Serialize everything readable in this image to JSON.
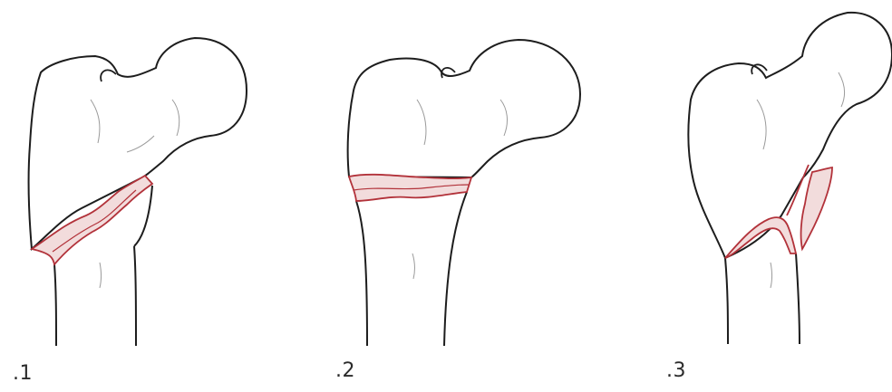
{
  "figure": {
    "panels": [
      {
        "label": ".1"
      },
      {
        "label": ".2"
      },
      {
        "label": ".3"
      }
    ]
  },
  "colors": {
    "outline": "#1d1d1d",
    "fracture": "#b2323a",
    "fracture_fill": "#f2dcdc",
    "shading": "#9a9a9a",
    "background": "#ffffff"
  }
}
